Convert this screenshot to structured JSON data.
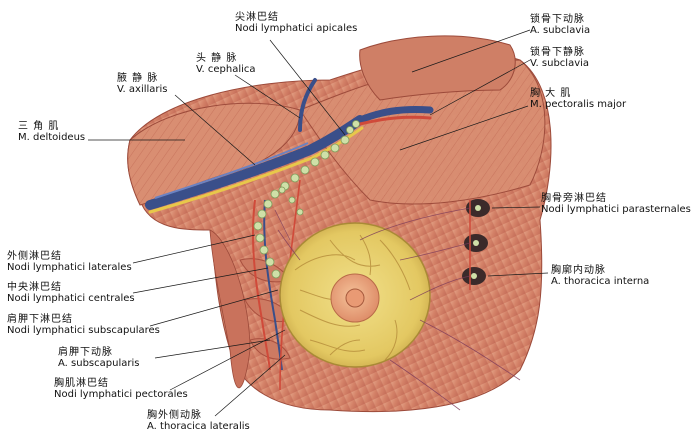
{
  "labels": {
    "apicales": {
      "zh": "尖淋巴结",
      "la": "Nodi lymphatici apicales"
    },
    "cephalica": {
      "zh": "头 静 脉",
      "la": "V. cephalica"
    },
    "axillaris": {
      "zh": "腋 静 脉",
      "la": "V. axillaris"
    },
    "deltoideus": {
      "zh": "三 角 肌",
      "la": "M. deltoideus"
    },
    "subclavia_a": {
      "zh": "锁骨下动脉",
      "la": "A. subclavia"
    },
    "subclavia_v": {
      "zh": "锁骨下静脉",
      "la": "V. subclavia"
    },
    "pectoralis": {
      "zh": "胸 大 肌",
      "la": "M. pectoralis major"
    },
    "parasternales": {
      "zh": "胸骨旁淋巴结",
      "la": "Nodi lymphatici parasternales"
    },
    "thoracica_int": {
      "zh": "胸廓内动脉",
      "la": "A. thoracica interna"
    },
    "laterales": {
      "zh": "外侧淋巴结",
      "la": "Nodi lymphatici laterales"
    },
    "centrales": {
      "zh": "中央淋巴结",
      "la": "Nodi lymphatici centrales"
    },
    "subscap_nodes": {
      "zh": "肩胛下淋巴结",
      "la": "Nodi lymphatici subscapulares"
    },
    "subscap_a": {
      "zh": "肩胛下动脉",
      "la": "A. subscapularis"
    },
    "pectorales": {
      "zh": "胸肌淋巴结",
      "la": "Nodi lymphatici pectorales"
    },
    "thoracica_lat": {
      "zh": "胸外侧动脉",
      "la": "A. thoracica lateralis"
    }
  },
  "colors": {
    "muscle": "#d88a6e",
    "muscle_dark": "#b45a45",
    "gland": "#e6cf6e",
    "vein": "#3a4f8a",
    "nerve": "#e8c84a",
    "node": "#cfe0a8",
    "areola": "#e9a077"
  }
}
